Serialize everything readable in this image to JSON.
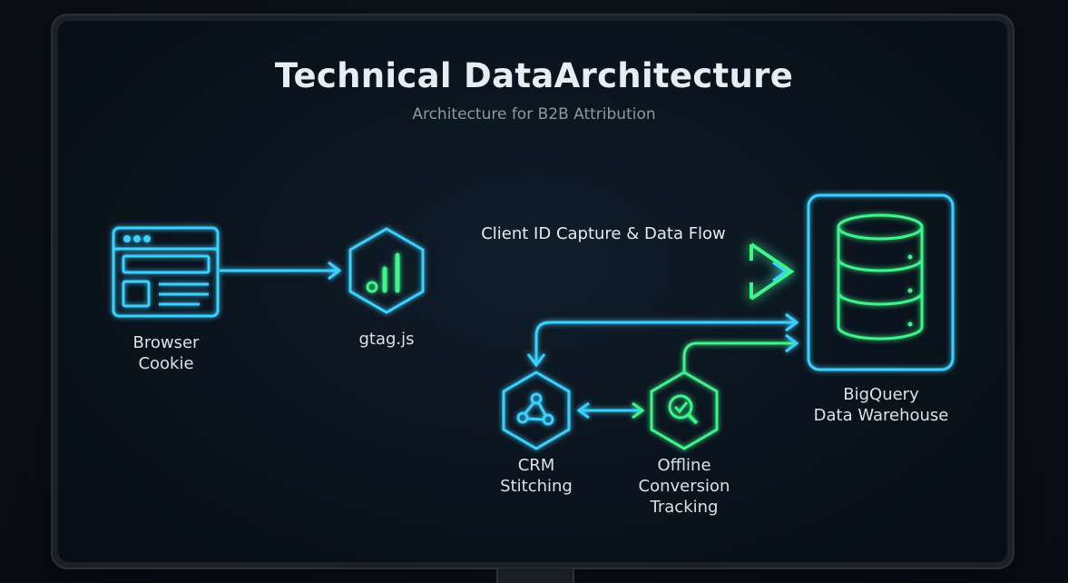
{
  "title": "Technical DataArchitecture",
  "subtitle": "Architecture for B2B Attribution",
  "flow_label": "Client ID Capture & Data Flow",
  "nodes": {
    "browser": {
      "line1": "Browser",
      "line2": "Cookie"
    },
    "gtag": {
      "line1": "gtag.js"
    },
    "crm": {
      "line1": "CRM",
      "line2": "Stitching"
    },
    "offline": {
      "line1": "Offline",
      "line2": "Conversion",
      "line3": "Tracking"
    },
    "bigquery": {
      "line1": "BigQuery",
      "line2": "Data Warehouse"
    }
  },
  "colors": {
    "cyan": "#3ad0ff",
    "green": "#3cf58a",
    "background": "#0a131d"
  },
  "icons": {
    "browser": "browser-window-icon",
    "gtag": "analytics-bars-icon",
    "crm": "network-nodes-icon",
    "offline": "search-check-icon",
    "bigquery": "database-icon"
  }
}
